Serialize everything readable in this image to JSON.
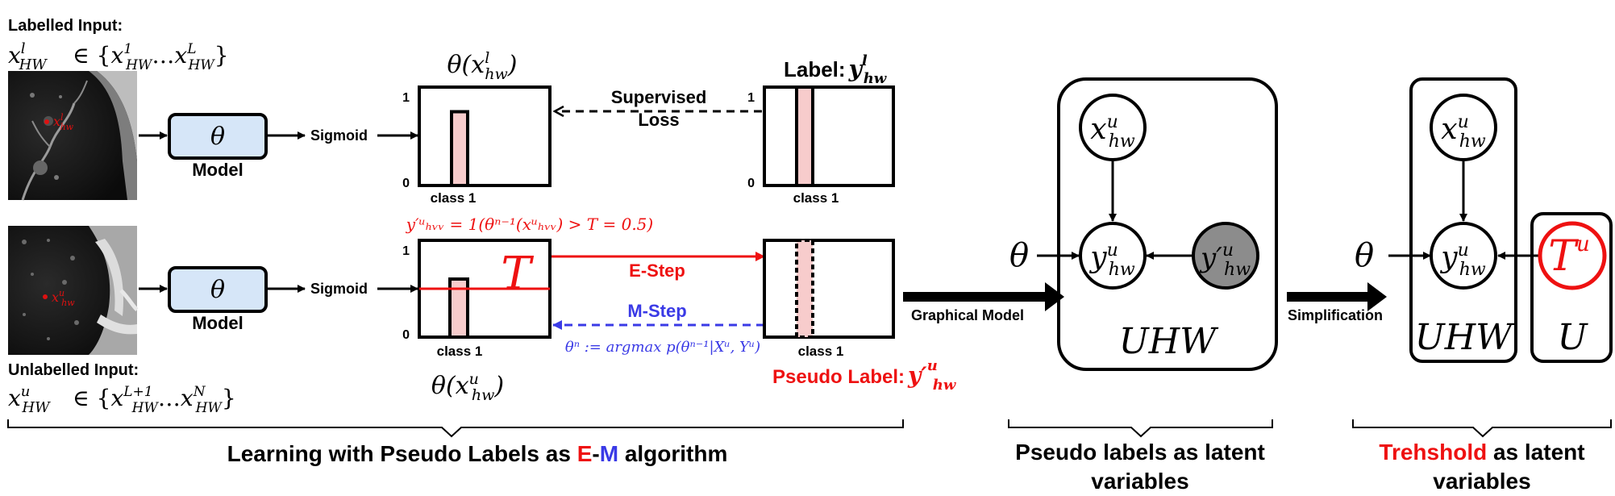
{
  "colors": {
    "red": "#ee1111",
    "blue": "#3a3ae6",
    "model_fill": "#d6e6f8",
    "bar_fill": "#f7cccc",
    "latent_fill": "#8c8c8c",
    "ct_dark": "#1c1c1c"
  },
  "left": {
    "labelled_title": "Labelled Input:",
    "labelled_x": "x",
    "labelled_x_sup": "l",
    "labelled_x_sub": "HW",
    "labelled_set": "∈ {x¹ₕᵥᵥ … xᴸₕᵥᵥ}",
    "labelled_set_parts": {
      "open": "∈ {",
      "e1": "x",
      "e1_sup": "1",
      "e1_sub": "HW",
      "dots": "…",
      "e2": "x",
      "e2_sup": "L",
      "e2_sub": "HW",
      "close": "}"
    },
    "unlabelled_title": "Unlabelled Input:",
    "unlabelled_x": "x",
    "unlabelled_x_sup": "u",
    "unlabelled_x_sub": "HW",
    "unlabelled_set_parts": {
      "open": "∈ {",
      "e1": "x",
      "e1_sup": "L+1",
      "e1_sub": "HW",
      "dots": "…",
      "e2": "x",
      "e2_sup": "N",
      "e2_sub": "HW",
      "close": "}"
    },
    "ct_top_tag": "x",
    "ct_top_tag_sup": "l",
    "ct_top_tag_sub": "hw",
    "ct_bottom_tag": "x",
    "ct_bottom_tag_sup": "u",
    "ct_bottom_tag_sub": "hw"
  },
  "model": {
    "symbol": "θ",
    "label": "Model",
    "sigmoid": "Sigmoid"
  },
  "top_plot": {
    "title": "θ(x",
    "title_sup": "l",
    "title_sub": "hw",
    "title_close": ")",
    "y_max": "1",
    "y_min": "0",
    "x_label": "class 1",
    "value": 0.75
  },
  "label_plot": {
    "title_word": "Label:",
    "title_var": "y",
    "title_sup": "l",
    "title_sub": "hw",
    "y_max": "1",
    "y_min": "0",
    "x_label": "class 1",
    "value": 1.0
  },
  "supervised": {
    "line1": "Supervised",
    "line2": "Loss"
  },
  "bottom_plot": {
    "title": "θ(x",
    "title_sup": "u",
    "title_sub": "hw",
    "title_close": ")",
    "y_max": "1",
    "y_min": "0",
    "x_label": "class 1",
    "value": 0.6,
    "threshold_symbol": "T",
    "threshold_value": 0.5
  },
  "pseudo_plot": {
    "x_label": "class 1",
    "title_word": "Pseudo Label:",
    "title_var": "y′",
    "title_sup": "u",
    "title_sub": "hw"
  },
  "em": {
    "estep_formula": "y′ᵘₕᵥᵥ = 1(θⁿ⁻¹(xᵘₕᵥᵥ) > T = 0.5)",
    "estep_label": "E-Step",
    "mstep_label": "M-Step",
    "mstep_formula": "θⁿ := argmax p(θⁿ⁻¹|Xᵘ, Yᵘ)"
  },
  "arrows": {
    "graphical_model": "Graphical Model",
    "simplification": "Simplification"
  },
  "graph1": {
    "theta": "θ",
    "node_x": "x",
    "node_x_sup": "u",
    "node_x_sub": "hw",
    "node_y": "y",
    "node_y_sup": "u",
    "node_y_sub": "hw",
    "node_yp": "y′",
    "node_yp_sup": "u",
    "node_yp_sub": "hw",
    "plate": "UHW"
  },
  "graph2": {
    "theta": "θ",
    "node_x": "x",
    "node_x_sup": "u",
    "node_x_sub": "hw",
    "node_y": "y",
    "node_y_sup": "u",
    "node_y_sub": "hw",
    "node_t": "T",
    "node_t_sup": "u",
    "plate_big": "UHW",
    "plate_small": "U"
  },
  "captions": {
    "c1_pre": "Learning with Pseudo Labels as ",
    "c1_e": "E",
    "c1_dash": "-",
    "c1_m": "M",
    "c1_post": " algorithm",
    "c2_line1": "Pseudo labels as latent",
    "c2_line2": "variables",
    "c3_red": "Trehshold",
    "c3_rest": " as latent",
    "c3_line2": "variables"
  }
}
